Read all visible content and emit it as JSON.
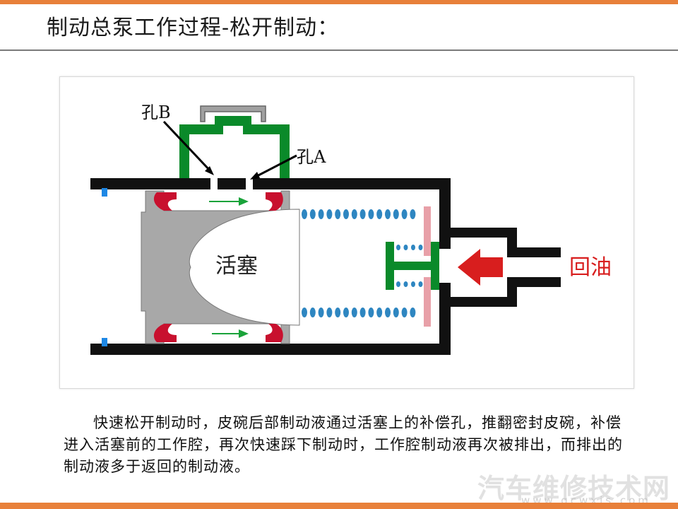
{
  "slide": {
    "title": "制动总泵工作过程-松开制动：",
    "caption": "快速松开制动时，皮碗后部制动液通过活塞上的补偿孔，推翻密封皮碗，补偿进入活塞前的工作腔，再次快速踩下制动时，工作腔制动液再次被排出，而排出的制动液多于返回的制动液。",
    "watermark": "汽车维修技术网",
    "watermark_url": "www.qcwxjs.com"
  },
  "diagram": {
    "hole_b_label": "孔B",
    "hole_a_label": "孔A",
    "piston_label": "活塞",
    "return_oil_label": "回油",
    "colors": {
      "cylinder": "#111111",
      "reservoir": "#0a8a2a",
      "reservoir_cap": "#a0a0a0",
      "piston": "#a8a8a8",
      "seal": "#c8102e",
      "spring": "#2e86c1",
      "valve": "#0a8a2a",
      "valve_disc": "#e8a0a8",
      "flow_arrow": "#1aa33a",
      "return_arrow": "#d81e1e",
      "marker": "#1e88e5",
      "return_label": "#d81e1e"
    }
  }
}
